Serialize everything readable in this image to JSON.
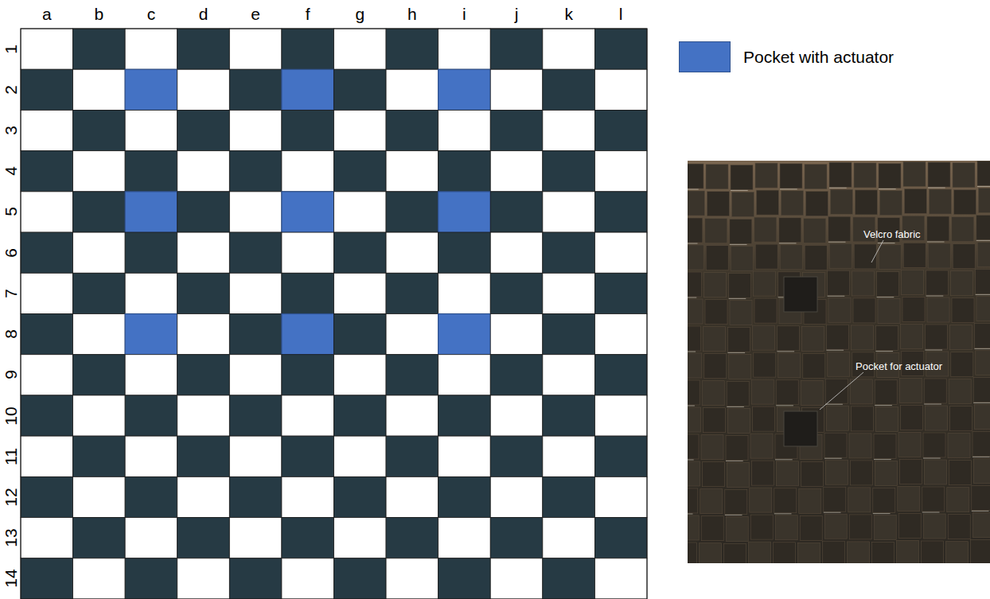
{
  "diagram": {
    "labels": [
      "a",
      "b",
      "c",
      "d",
      "e",
      "f",
      "g",
      "h",
      "i",
      "j",
      "k",
      "l",
      "1",
      "2",
      "3",
      "4",
      "5",
      "6",
      "7",
      "8",
      "9",
      "10",
      "11",
      "12",
      "13",
      "14",
      "Velcro fabric",
      "Pocket for actuator"
    ],
    "legend": [
      {
        "text": "Pocket with actuator",
        "color": "#4472c4"
      }
    ]
  }
}
